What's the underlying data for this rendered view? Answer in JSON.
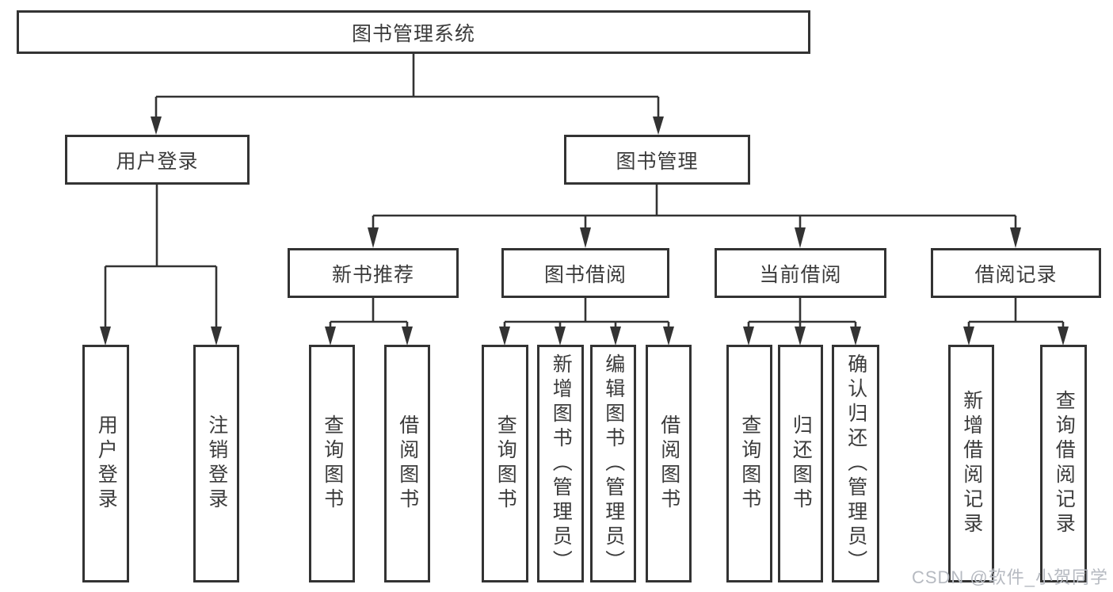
{
  "colors": {
    "line": "#333333",
    "text": "#3b3b3b",
    "background": "#ffffff",
    "watermark": "#b6bac1"
  },
  "nodes": {
    "root": {
      "label": "图书管理系统"
    },
    "level2": [
      {
        "label": "用户登录"
      },
      {
        "label": "图书管理"
      }
    ],
    "level3": [
      {
        "label": "新书推荐"
      },
      {
        "label": "图书借阅"
      },
      {
        "label": "当前借阅"
      },
      {
        "label": "借阅记录"
      }
    ],
    "leaves": [
      {
        "label": "用户登录"
      },
      {
        "label": "注销登录"
      },
      {
        "label": "查询图书"
      },
      {
        "label": "借阅图书"
      },
      {
        "label": "查询图书"
      },
      {
        "label": "新增图书（管理员）"
      },
      {
        "label": "编辑图书（管理员）"
      },
      {
        "label": "借阅图书"
      },
      {
        "label": "查询图书"
      },
      {
        "label": "归还图书"
      },
      {
        "label": "确认归还（管理员）"
      },
      {
        "label": "新增借阅记录"
      },
      {
        "label": "查询借阅记录"
      }
    ]
  },
  "watermark": {
    "text": "CSDN @软件_小贺同学"
  }
}
